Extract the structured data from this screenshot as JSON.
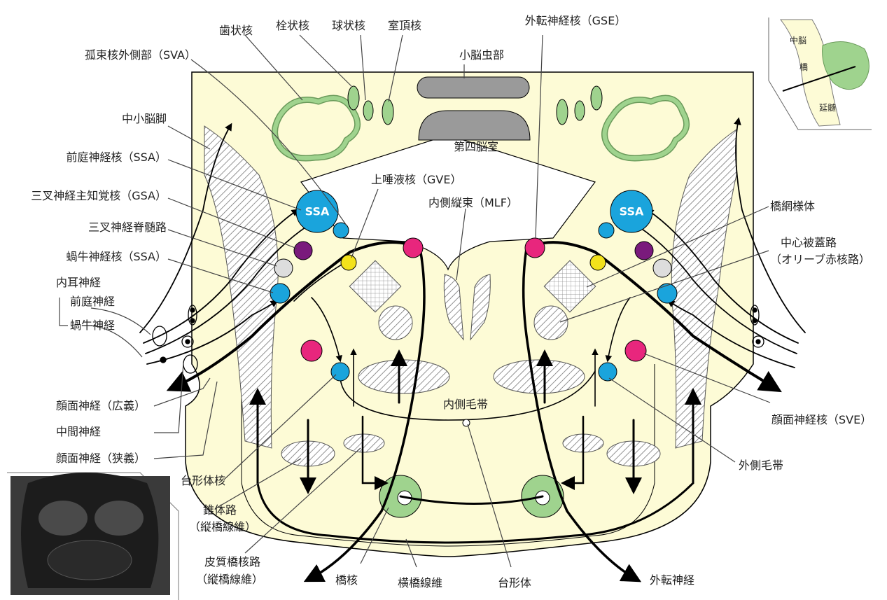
{
  "colors": {
    "background": "#fdfbd6",
    "fiber": "#9fd38e",
    "ssa_nucleus": "#1aa4dc",
    "magenta_nucleus": "#e8267d",
    "purple_nucleus": "#7a1a7c",
    "yellow_nucleus": "#f3e21b",
    "gray_nucleus": "#d8d8d8",
    "vermis": "#9a9a9a"
  },
  "center": {
    "vermis": "小脳虫部",
    "fourth_ventricle": "第四脳室",
    "mlf": "内側縦束（MLF）",
    "medial_lemniscus": "内側毛帯",
    "sup_salivatory": "上唾液核（GVE）"
  },
  "top_labels": {
    "dentate": "歯状核",
    "emboliform": "栓状核",
    "globose": "球状核",
    "fastigial": "室頂核",
    "abducens_nucleus": "外転神経核（GSE）"
  },
  "left_labels": {
    "solitary_lateral": "孤束核外側部（SVA）",
    "middle_cerebellar_peduncle": "中小脳脚",
    "vestibular_nuclei": "前庭神経核（SSA）",
    "trigeminal_principal": "三叉神経主知覚核（GSA）",
    "trigeminal_spinal": "三叉神経脊髄路",
    "cochlear_nuclei": "蝸牛神経核（SSA）",
    "inner_ear_nerve": "内耳神経",
    "vestibular_nerve": "前庭神経",
    "cochlear_nerve": "蝸牛神経",
    "facial_broad": "顔面神経（広義）",
    "intermediate_nerve": "中間神経",
    "facial_narrow": "顔面神経（狭義）",
    "trapezoid_nucleus": "台形体核",
    "pyramidal_tract_1": "錐体路",
    "pyramidal_tract_2": "（縦橋線維）",
    "corticopontine_1": "皮質橋核路",
    "corticopontine_2": "（縦橋線維）"
  },
  "bottom_labels": {
    "pontine_nuclei": "橋核",
    "transverse_fibers": "横橋線維",
    "trapezoid_body": "台形体",
    "abducens_nerve": "外転神経"
  },
  "right_labels": {
    "reticular": "橋網様体",
    "central_tegmental_1": "中心被蓋路",
    "central_tegmental_2": "（オリーブ赤核路）",
    "facial_nucleus": "顔面神経核（SVE）",
    "lateral_lemniscus": "外側毛帯"
  },
  "inset": {
    "midbrain": "中脳",
    "pons": "橋",
    "medulla": "延髄"
  },
  "ssa_text": "SSA"
}
